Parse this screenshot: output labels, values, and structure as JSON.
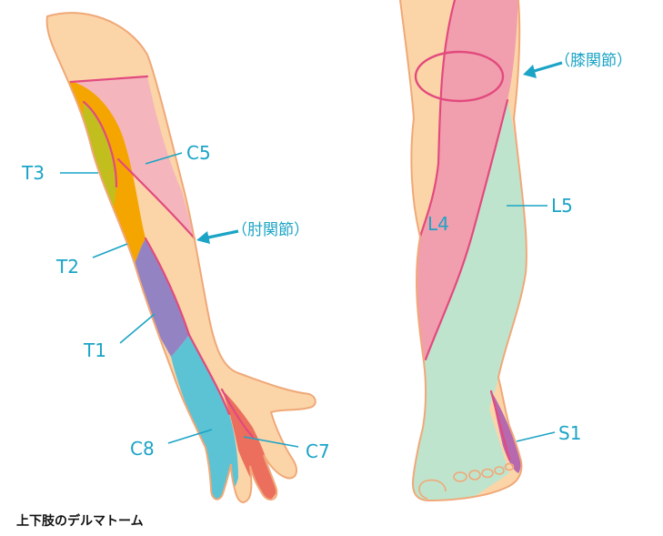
{
  "colors": {
    "skin": "#FBD5A8",
    "outline": "#F0A878",
    "c5": "#F5B5BC",
    "t3": "#C2BE1E",
    "t2": "#F5A500",
    "t1": "#9483C2",
    "c8": "#5CC3D4",
    "c7": "#EC6F5E",
    "l4": "#F19FAE",
    "l5": "#BFE4CD",
    "s1": "#B669AE",
    "boundary": "#E24A7E",
    "label": "#1BA4C6",
    "caption": "#111111"
  },
  "labels": {
    "c5": "C5",
    "t3": "T3",
    "t2": "T2",
    "t1": "T1",
    "c8": "C8",
    "c7": "C7",
    "elbow": "（肘関節）",
    "knee": "（膝関節）",
    "l4": "L4",
    "l5": "L5",
    "s1": "S1"
  },
  "caption": "上下肢のデルマトーム"
}
